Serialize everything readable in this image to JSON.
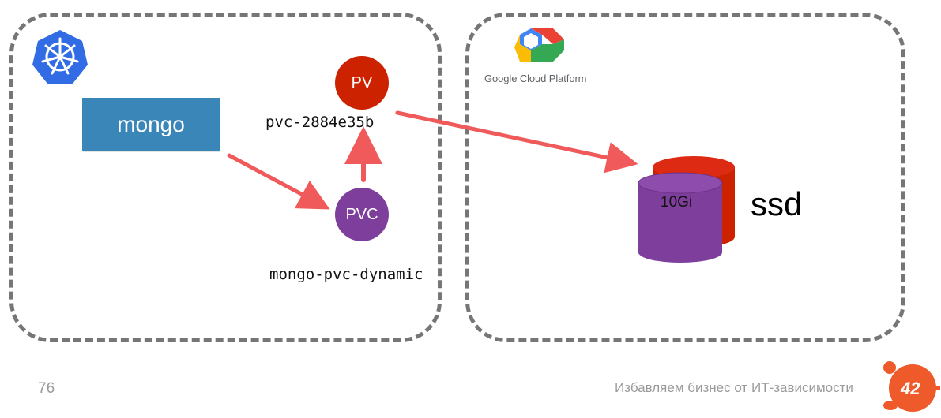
{
  "mongo_label": "mongo",
  "pv_label": "PV",
  "pvc_label": "PVC",
  "pv_name": "pvc-2884e35b",
  "pvc_name": "mongo-pvc-dynamic",
  "gcp_label": "Google Cloud Platform",
  "disk_size": "10Gi",
  "disk_type": "ssd",
  "page_number": "76",
  "footer_text": "Избавляем бизнес от ИТ-зависимости",
  "footer_logo_number": "42",
  "colors": {
    "arrow": "#f05a5a",
    "pv": "#cc2200",
    "pvc": "#7e3e9c",
    "mongo_box": "#3a86b8",
    "k8s_logo": "#326ce5",
    "footer_logo": "#ef5a2a",
    "dash": "#767676"
  },
  "icons": [
    "kubernetes-logo-icon",
    "google-cloud-logo-icon",
    "storage-disk-icon",
    "company-42-logo-icon"
  ]
}
